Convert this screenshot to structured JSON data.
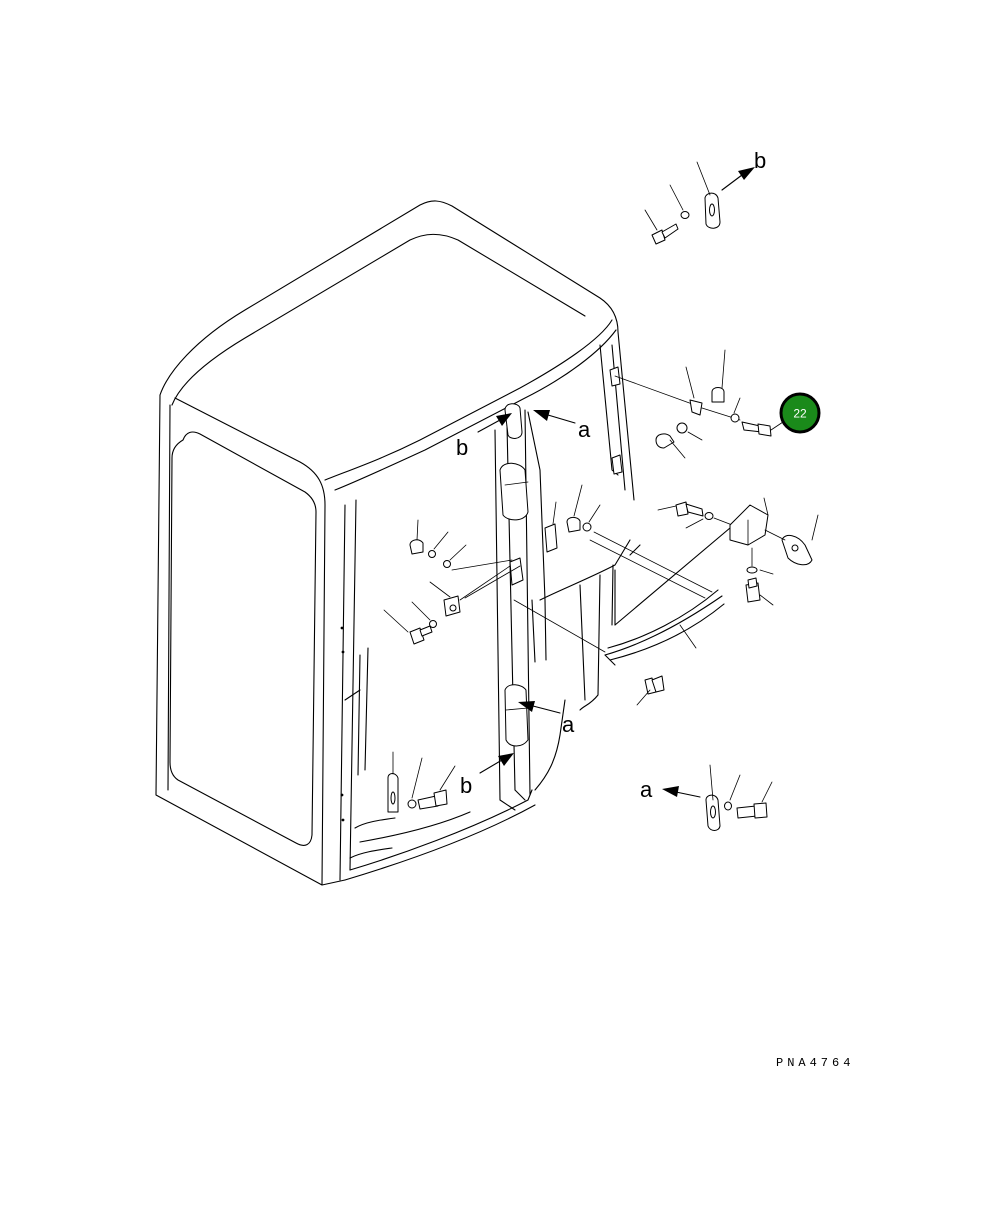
{
  "drawing": {
    "code": "PNA4764",
    "ref_labels": [
      "a",
      "b"
    ]
  },
  "callout": {
    "number": "22",
    "color": "#1a8a1a",
    "border_color": "#000000"
  }
}
